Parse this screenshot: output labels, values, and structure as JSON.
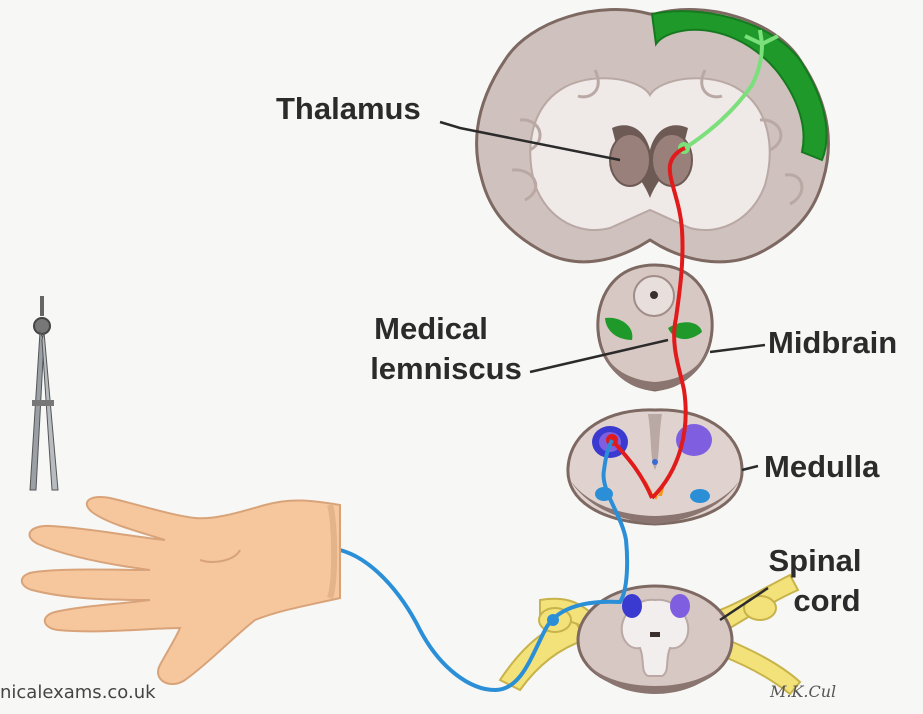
{
  "labels": {
    "thalamus": "Thalamus",
    "medical_lemniscus_line1": "Medical",
    "medical_lemniscus_line2": "lemniscus",
    "midbrain": "Midbrain",
    "medulla": "Medulla",
    "spinal_line1": "Spinal",
    "spinal_line2": "cord"
  },
  "credit": "nicalexams.co.uk",
  "signature": "M.K.Cul",
  "colors": {
    "cortex_green": "#1f9a2a",
    "pathway_red": "#e11b1b",
    "pathway_blue": "#2b8fd8",
    "tissue": "#d8c8c4",
    "tissue_dark": "#7d6862",
    "nerve_yellow": "#f3e27a",
    "skin": "#f6c79d"
  },
  "icons": {
    "tool": "caliper-tuning-fork-icon"
  }
}
